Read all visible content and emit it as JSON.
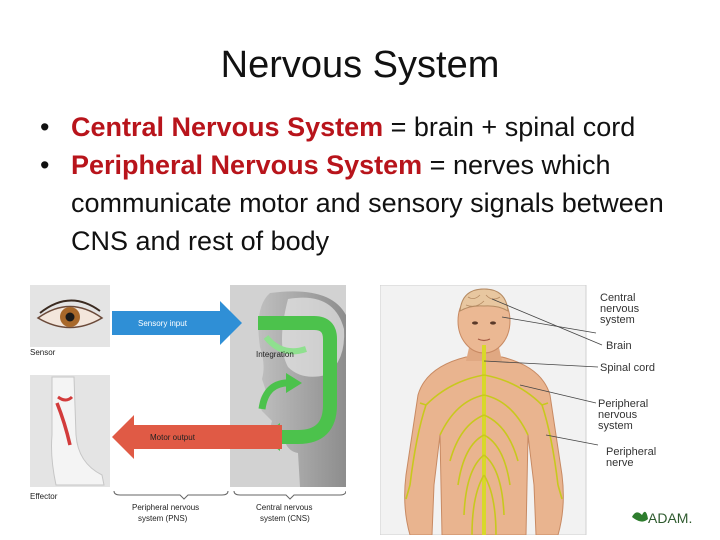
{
  "slide": {
    "title": "Nervous System",
    "bullets": [
      {
        "bold": "Central Nervous System",
        "rest": " = brain + spinal cord"
      },
      {
        "bold": "Peripheral Nervous System",
        "rest": " = nerves which communicate motor and sensory signals between CNS and rest of body"
      }
    ]
  },
  "left_figure": {
    "sensory_input": "Sensory input",
    "motor_output": "Motor output",
    "integration": "Integration",
    "sensor": "Sensor",
    "effector": "Effector",
    "pns_line1": "Peripheral nervous",
    "pns_line2": "system (PNS)",
    "cns_line1": "Central nervous",
    "cns_line2": "system (CNS)"
  },
  "right_figure": {
    "labels": {
      "cns_1": "Central",
      "cns_2": "nervous",
      "cns_3": "system",
      "brain": "Brain",
      "spinal_cord": "Spinal cord",
      "pns_1": "Peripheral",
      "pns_2": "nervous",
      "pns_3": "system",
      "nerve_1": "Peripheral",
      "nerve_2": "nerve"
    },
    "logo": "ADAM."
  },
  "colors": {
    "accent_red": "#b8141b",
    "arrow_blue": "#2f8fd6",
    "arrow_red": "#e05a45",
    "loop_green": "#4cc24c",
    "nerve_yellow": "#c8c81e"
  }
}
